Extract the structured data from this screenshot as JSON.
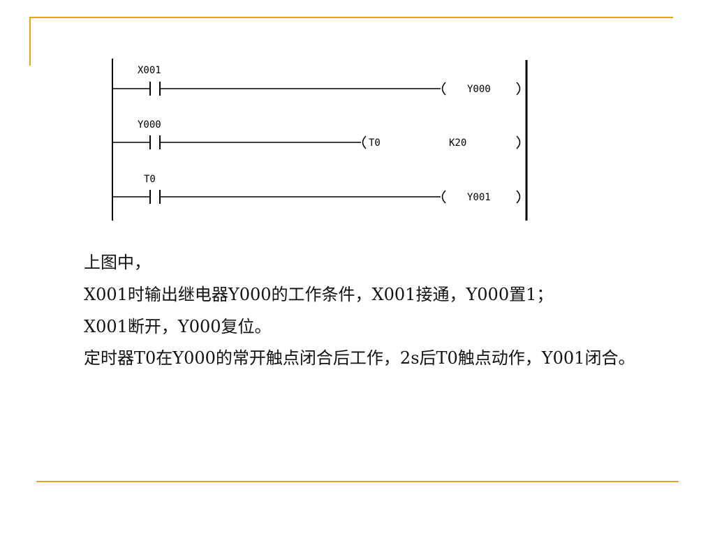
{
  "colors": {
    "accent": "#E6A417",
    "ink": "#000000"
  },
  "ladder": {
    "rungs": [
      {
        "contact": "X001",
        "coil": "Y000",
        "coil_type": "output",
        "setting": ""
      },
      {
        "contact": "Y000",
        "coil": "T0",
        "coil_type": "timer",
        "setting": "K20"
      },
      {
        "contact": "T0",
        "coil": "Y001",
        "coil_type": "output",
        "setting": ""
      }
    ]
  },
  "text": {
    "lines": [
      "上图中，",
      "X001时输出继电器Y000的工作条件，X001接通，Y000置1；",
      "X001断开，Y000复位。",
      "定时器T0在Y000的常开触点闭合后工作，2s后T0触点动作，Y001闭合。"
    ]
  }
}
